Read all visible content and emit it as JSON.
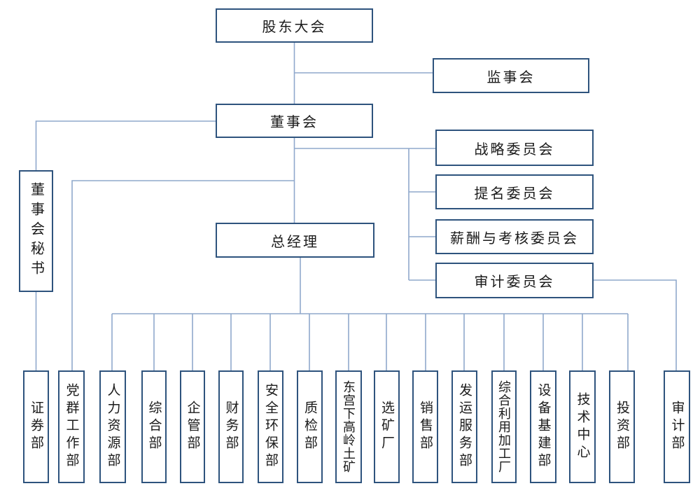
{
  "org": {
    "shareholders_meeting": "股东大会",
    "supervisory_board": "监事会",
    "board_of_directors": "董事会",
    "board_secretary": "董事会秘书",
    "general_manager": "总经理",
    "committees": [
      "战略委员会",
      "提名委员会",
      "薪酬与考核委员会",
      "审计委员会"
    ],
    "departments": [
      "证券部",
      "党群工作部",
      "人力资源部",
      "综合部",
      "企管部",
      "财务部",
      "安全环保部",
      "质检部",
      "东宫下高岭土矿",
      "选矿厂",
      "销售部",
      "发运服务部",
      "综合利用加工厂",
      "设备基建部",
      "技术中心",
      "投资部",
      "审计部"
    ]
  },
  "colors": {
    "box_border": "#2e537d",
    "connector": "#8fa8cc",
    "text": "#1a1a1a",
    "background": "#ffffff"
  }
}
